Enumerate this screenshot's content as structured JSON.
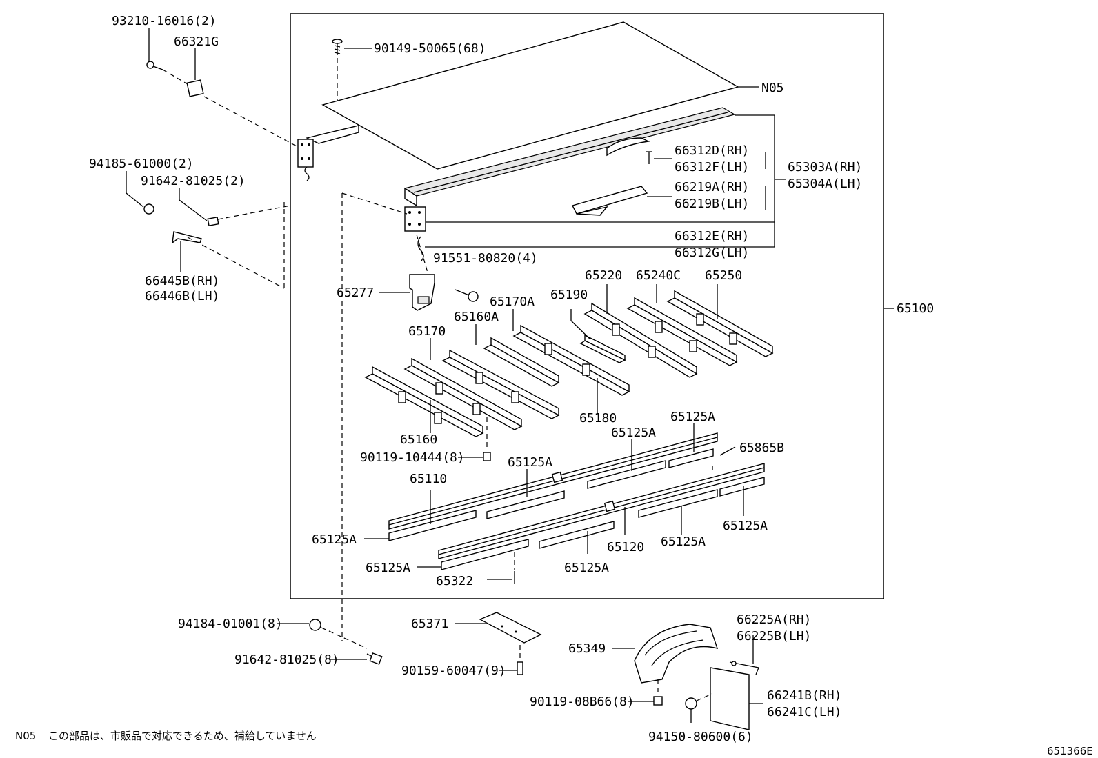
{
  "labels": {
    "p93210": "93210-16016(2)",
    "p66321G": "66321G",
    "p94185": "94185-61000(2)",
    "p91642a": "91642-81025(2)",
    "p66445B": "66445B(RH)",
    "p66446B": "66446B(LH)",
    "p90149": "90149-50065(68)",
    "pN05": "N05",
    "p66312D": "66312D(RH)",
    "p66312F": "66312F(LH)",
    "p65303A": "65303A(RH)",
    "p65304A": "65304A(LH)",
    "p66219A": "66219A(RH)",
    "p66219B": "66219B(LH)",
    "p66312E": "66312E(RH)",
    "p66312G": "66312G(LH)",
    "p91551": "91551-80820(4)",
    "p65277": "65277",
    "p65220": "65220",
    "p65240C": "65240C",
    "p65250": "65250",
    "p65190": "65190",
    "p65170A": "65170A",
    "p65160A": "65160A",
    "p65170": "65170",
    "p65100": "65100",
    "p65180": "65180",
    "p65160": "65160",
    "p65125A_1": "65125A",
    "p65125A_2": "65125A",
    "p65865B": "65865B",
    "p90119_10444": "90119-10444(8)",
    "p65125A_3": "65125A",
    "p65110": "65110",
    "p65125A_4": "65125A",
    "p65125A_5": "65125A",
    "p65120": "65120",
    "p65125A_6": "65125A",
    "p65125A_7": "65125A",
    "p65125A_8": "65125A",
    "p65322": "65322",
    "p94184": "94184-01001(8)",
    "p65371": "65371",
    "p91642b": "91642-81025(8)",
    "p90159": "90159-60047(9)",
    "p66225A": "66225A(RH)",
    "p66225B": "66225B(LH)",
    "p65349": "65349",
    "p66241B": "66241B(RH)",
    "p66241C": "66241C(LH)",
    "p90119_08B66": "90119-08B66(8)",
    "p94150": "94150-80600(6)"
  },
  "footnote": {
    "code": "N05",
    "text": "この部品は、市販品で対応できるため、補給していません"
  },
  "figure_id": "651366E"
}
